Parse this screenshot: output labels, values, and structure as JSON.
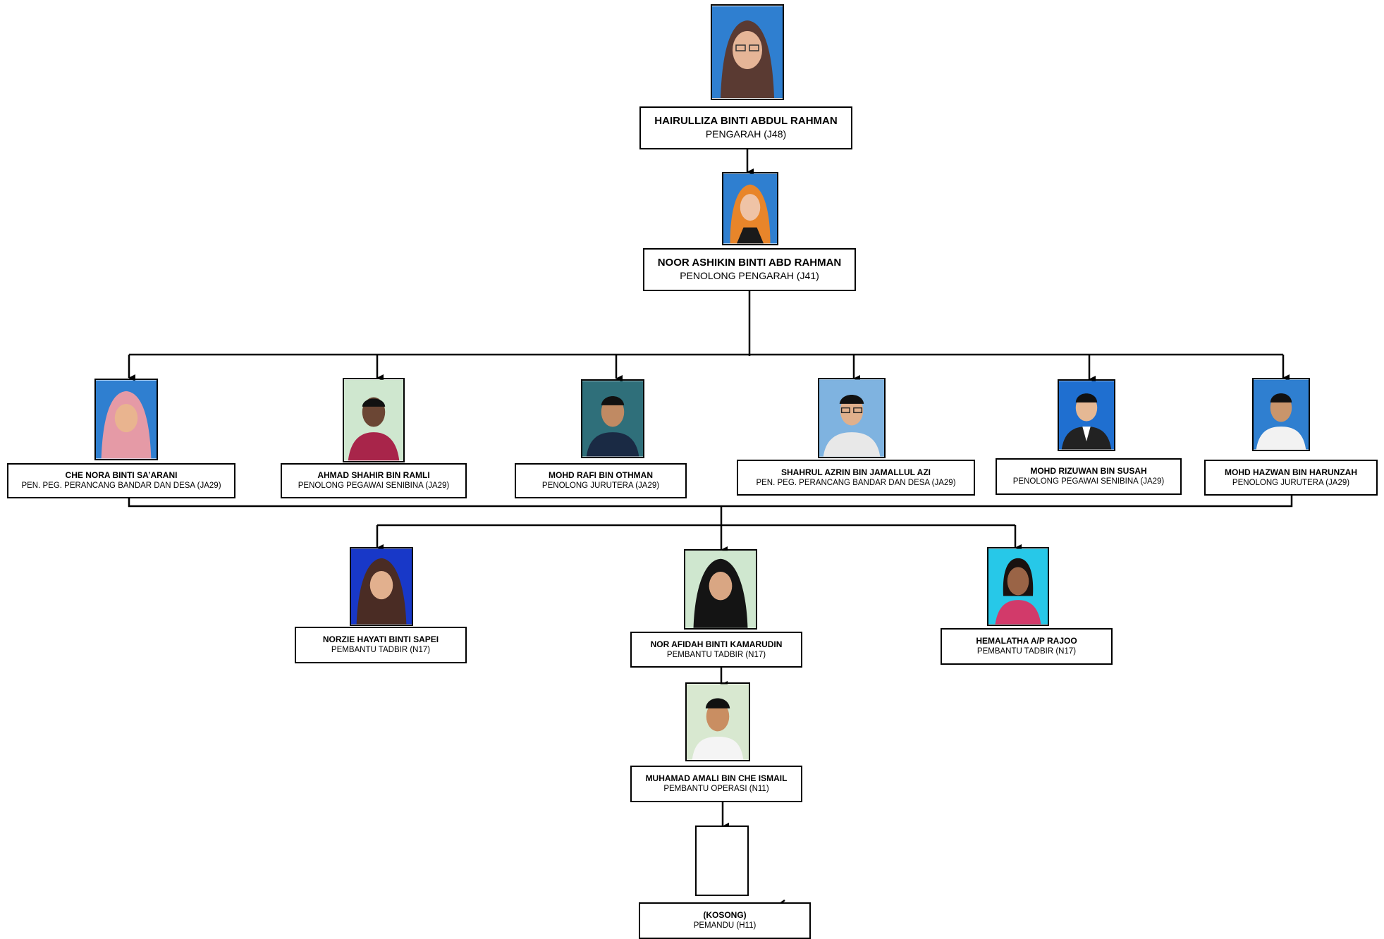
{
  "colors": {
    "line": "#000000",
    "photo_bg_blue": "#2f7fd0",
    "photo_bg_light": "#cfe7cf"
  },
  "icons": {
    "portrait": "person-silhouette-photo",
    "empty_portrait": "blank-photo-placeholder"
  },
  "director": {
    "name": "HAIRULLIZA BINTI ABDUL RAHMAN",
    "position": "PENGARAH (J48)"
  },
  "assistant_director": {
    "name": "NOOR ASHIKIN BINTI ABD RAHMAN",
    "position": "PENOLONG PENGARAH (J41)"
  },
  "officers": [
    {
      "name": "CHE NORA BINTI SA’ARANI",
      "position": "PEN. PEG. PERANCANG BANDAR DAN DESA (JA29)"
    },
    {
      "name": "AHMAD SHAHIR BIN RAMLI",
      "position": "PENOLONG PEGAWAI SENIBINA (JA29)"
    },
    {
      "name": "MOHD RAFI BIN OTHMAN",
      "position": "PENOLONG JURUTERA (JA29)"
    },
    {
      "name": "SHAHRUL AZRIN BIN JAMALLUL AZI",
      "position": "PEN. PEG. PERANCANG BANDAR DAN DESA (JA29)"
    },
    {
      "name": "MOHD RIZUWAN BIN SUSAH",
      "position": "PENOLONG PEGAWAI SENIBINA (JA29)"
    },
    {
      "name": "MOHD HAZWAN BIN HARUNZAH",
      "position": "PENOLONG JURUTERA (JA29)"
    }
  ],
  "admin_staff": [
    {
      "name": "NORZIE HAYATI BINTI SAPEI",
      "position": "PEMBANTU TADBIR (N17)"
    },
    {
      "name": "NOR AFIDAH BINTI KAMARUDIN",
      "position": "PEMBANTU TADBIR (N17)"
    },
    {
      "name": "HEMALATHA A/P RAJOO",
      "position": "PEMBANTU TADBIR (N17)"
    }
  ],
  "operations": {
    "name": "MUHAMAD AMALI BIN CHE ISMAIL",
    "position": "PEMBANTU OPERASI (N11)"
  },
  "driver": {
    "name": "(KOSONG)",
    "position": "PEMANDU (H11)"
  }
}
